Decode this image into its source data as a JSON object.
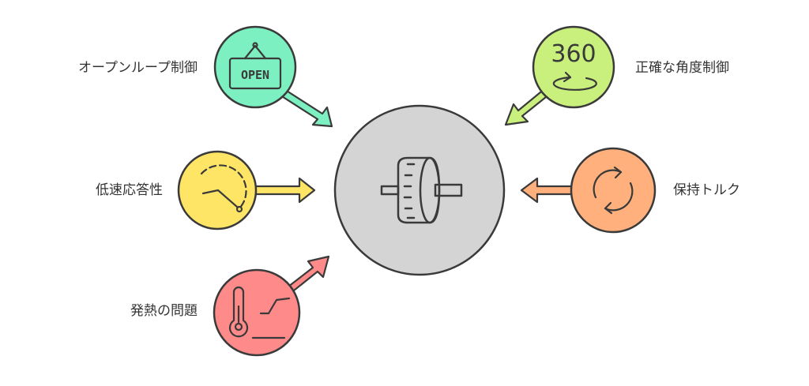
{
  "diagram": {
    "center": {
      "name": "stepper-motor",
      "icon": "motor-icon",
      "fill": "#d4d4d4"
    },
    "nodes": [
      {
        "id": "open-loop",
        "label": "オープンループ制御",
        "icon": "open-sign-icon",
        "fill": "#7cf0c0",
        "side": "left"
      },
      {
        "id": "low-speed",
        "label": "低速応答性",
        "icon": "gauge-icon",
        "fill": "#ffe566",
        "side": "left"
      },
      {
        "id": "heat",
        "label": "発熱の問題",
        "icon": "thermometer-icon",
        "fill": "#ff8a8a",
        "side": "left"
      },
      {
        "id": "angle",
        "label": "正確な角度制御",
        "icon": "rotate-360-icon",
        "icon_text": "360",
        "fill": "#c9f07c",
        "side": "right"
      },
      {
        "id": "holding",
        "label": "保持トルク",
        "icon": "cycle-arrows-icon",
        "fill": "#ffb07c",
        "side": "right"
      }
    ]
  }
}
